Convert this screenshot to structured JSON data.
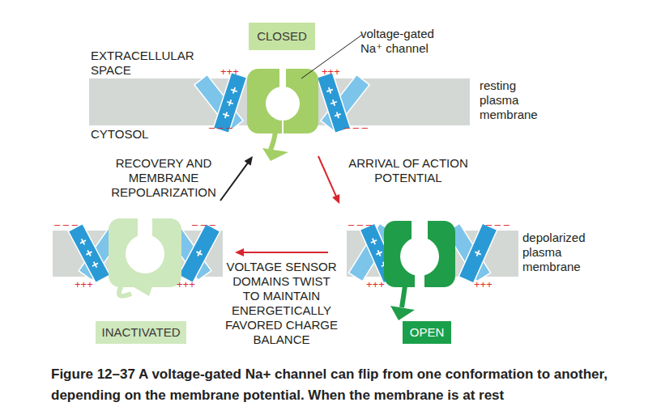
{
  "diagram": {
    "caption": "Figure 12–37 A voltage-gated Na+ channel can flip from one conformation to another, depending on the membrane potential. When the membrane is at rest",
    "nodes": [
      {
        "text": [
          "CLOSED"
        ]
      },
      {
        "text": [
          "INACTIVATED"
        ]
      },
      {
        "text": [
          "OPEN"
        ]
      }
    ],
    "edges": [
      {
        "from": 0,
        "to": 2,
        "arrow": "to",
        "label": "ARRIVAL OF ACTION POTENTIAL"
      },
      {
        "from": 2,
        "to": 1,
        "arrow": "to",
        "label": "VOLTAGE SENSOR DOMAINS TWIST TO MAINTAIN ENERGETICALLY FAVORED CHARGE BALANCE"
      },
      {
        "from": 1,
        "to": 0,
        "arrow": "to",
        "label": "RECOVERY AND MEMBRANE REPOLARIZATION"
      }
    ],
    "labels": [
      "voltage-gated Na⁺ channel",
      "EXTRACELLULAR SPACE",
      "CYTOSOL",
      "resting plasma membrane",
      "depolarized plasma membrane",
      "+++",
      "+++",
      "– – –",
      "– – –",
      "– – –",
      "– – –",
      "+++",
      "+++",
      "– – –",
      "– – –",
      "+++",
      "+++"
    ]
  }
}
